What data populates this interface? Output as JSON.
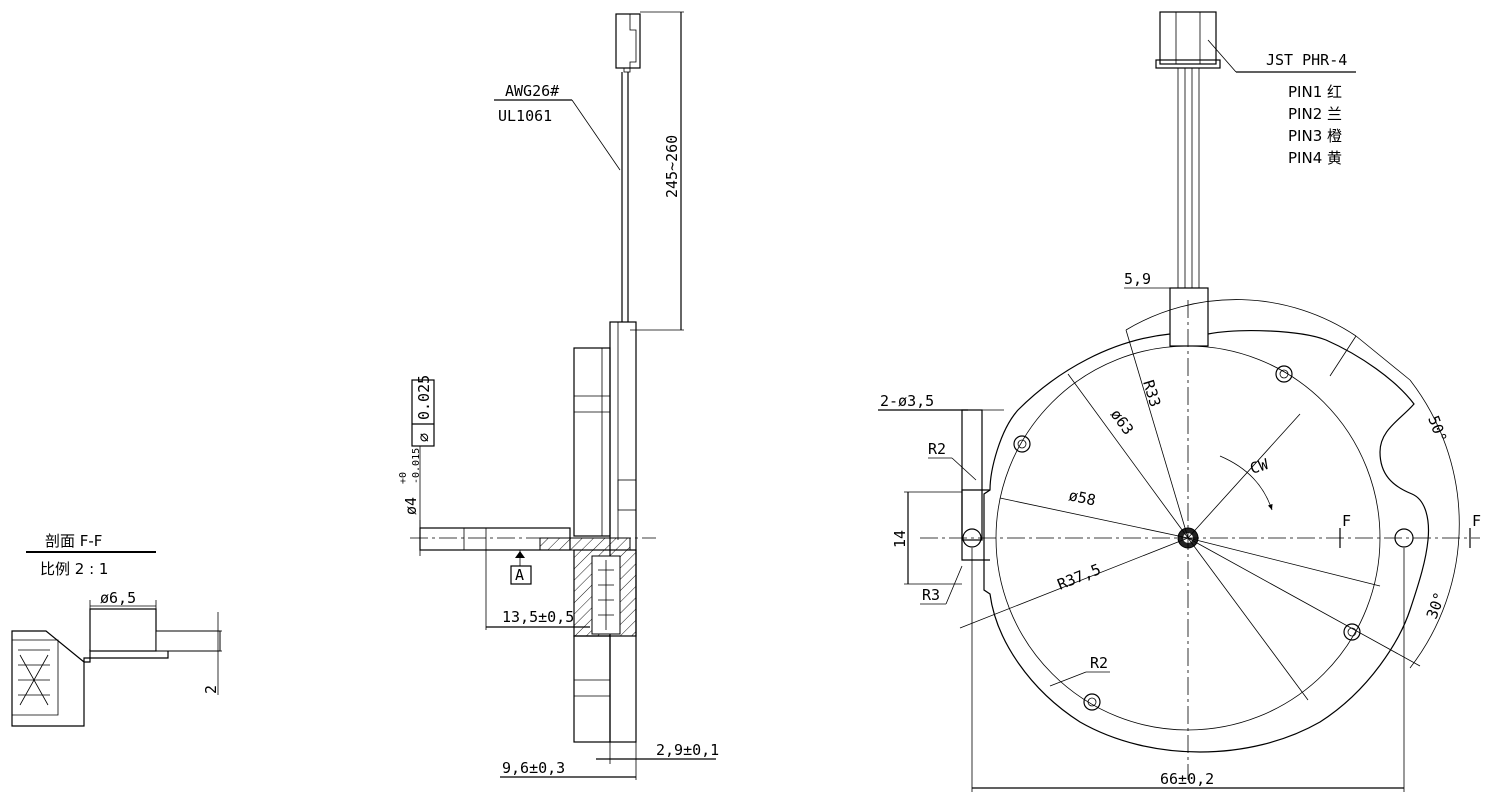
{
  "section_view": {
    "title": "剖面 F-F",
    "scale": "比例 2 : 1",
    "dim_diameter": "ø6,5",
    "dim_height": "2"
  },
  "side_view": {
    "wire_spec": "AWG26#",
    "wire_standard": "UL1061",
    "dim_length": "245~260",
    "tolerance_value": "0.025",
    "tolerance_symbol": "⌀",
    "shaft_diameter": "ø4",
    "shaft_tol_upper": "+0",
    "shaft_tol_lower": "-0.015",
    "datum": "A",
    "dim_shaft_length": "13,5±0,5",
    "dim_thickness": "9,6±0,3",
    "dim_flange": "2,9±0,1"
  },
  "front_view": {
    "connector": "JST PHR-4",
    "pins": [
      "PIN1 红",
      "PIN2 兰",
      "PIN3 橙",
      "PIN4 黄"
    ],
    "dim_width_59": "5,9",
    "dim_holes": "2-ø3,5",
    "dim_r2_top": "R2",
    "dim_14": "14",
    "dim_r3": "R3",
    "dim_r2_bottom": "R2",
    "dim_r33": "R33",
    "dim_d63": "ø63",
    "dim_d58": "ø58",
    "dim_r375": "R37,5",
    "rotation": "CW",
    "angle_50": "50°",
    "angle_30": "30°",
    "section_mark_left": "F",
    "section_mark_right": "F",
    "dim_overall": "66±0,2"
  }
}
